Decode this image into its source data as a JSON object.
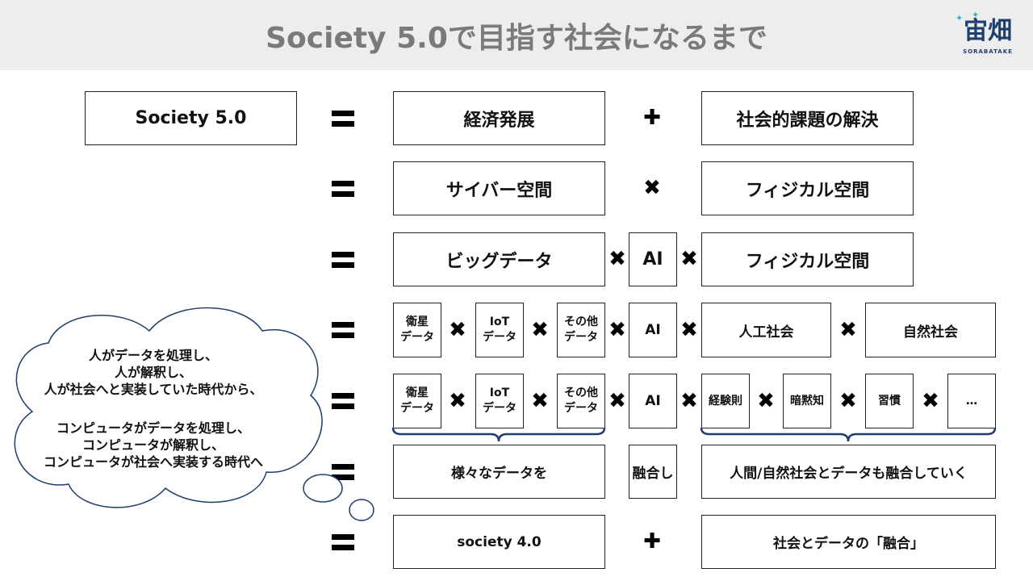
{
  "header": {
    "title": "Society 5.0で目指す社会になるまで"
  },
  "logo": {
    "main": "宙畑",
    "sub": "SORABATAKE"
  },
  "diagram": {
    "row1": {
      "left": "Society 5.0",
      "a": "経済発展",
      "op": "✚",
      "b": "社会的課題の解決"
    },
    "row2": {
      "a": "サイバー空間",
      "op": "✖",
      "b": "フィジカル空間"
    },
    "row3": {
      "a": "ビッグデータ",
      "op1": "✖",
      "mid": "AI",
      "op2": "✖",
      "b": "フィジカル空間"
    },
    "row4": {
      "d1": "衛星\nデータ",
      "op1": "✖",
      "d2": "IoT\nデータ",
      "op2": "✖",
      "d3": "その他\nデータ",
      "op3": "✖",
      "mid": "AI",
      "op4": "✖",
      "s1": "人工社会",
      "op5": "✖",
      "s2": "自然社会"
    },
    "row5": {
      "d1": "衛星\nデータ",
      "op1": "✖",
      "d2": "IoT\nデータ",
      "op2": "✖",
      "d3": "その他\nデータ",
      "op3": "✖",
      "mid": "AI",
      "op4": "✖",
      "s1": "経験則",
      "op5": "✖",
      "s2": "暗黙知",
      "op6": "✖",
      "s3": "習慣",
      "op7": "✖",
      "s4": "…"
    },
    "row6": {
      "a": "様々なデータを",
      "mid": "融合し",
      "b": "人間/自然社会とデータも融合していく"
    },
    "row7": {
      "a": "society 4.0",
      "op": "✚",
      "b": "社会とデータの「融合」"
    }
  },
  "cloud": {
    "para1": "人がデータを処理し、\n人が解釈し、\n人が社会へと実装していた時代から、",
    "para2": "コンピュータがデータを処理し、\nコンピュータが解釈し、\nコンピュータが社会へ実装する時代へ"
  }
}
